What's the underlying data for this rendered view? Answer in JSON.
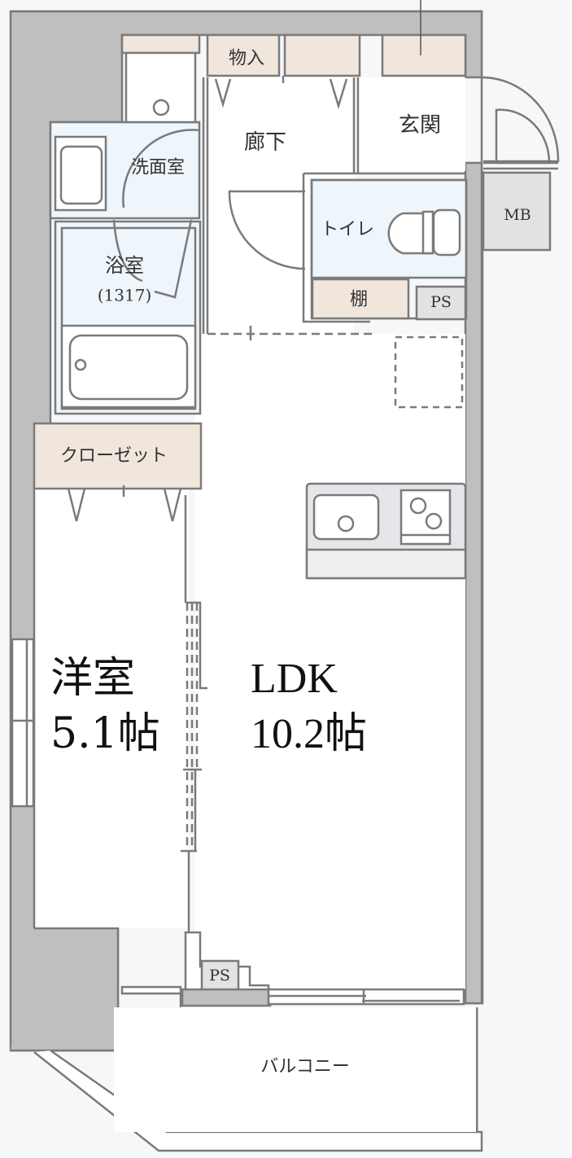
{
  "floorplan": {
    "rooms": {
      "western_room": {
        "name": "洋室",
        "size": "5.1帖"
      },
      "ldk": {
        "name": "LDK",
        "size": "10.2帖"
      },
      "washroom": {
        "name": "洗面室"
      },
      "bathroom": {
        "name": "浴室",
        "size_code": "(1317)"
      },
      "hallway": {
        "name": "廊下"
      },
      "entrance": {
        "name": "玄関"
      },
      "toilet": {
        "name": "トイレ"
      },
      "storage": {
        "name": "物入"
      },
      "shelf": {
        "name": "棚"
      },
      "closet": {
        "name": "クローゼット"
      },
      "balcony": {
        "name": "バルコニー"
      },
      "meter_box": {
        "name": "MB"
      },
      "pipe_space_upper": {
        "name": "PS"
      },
      "pipe_space_lower": {
        "name": "PS"
      }
    },
    "colors": {
      "background": "#f5f7f9",
      "wall": "#bfbfbf",
      "line": "#7a7a7a",
      "wet_area": "#eef5fb",
      "storage": "#f1e6dc",
      "service": "#e2e2e2",
      "kitchen": "#e4e6ea",
      "floor": "#ffffff"
    }
  }
}
